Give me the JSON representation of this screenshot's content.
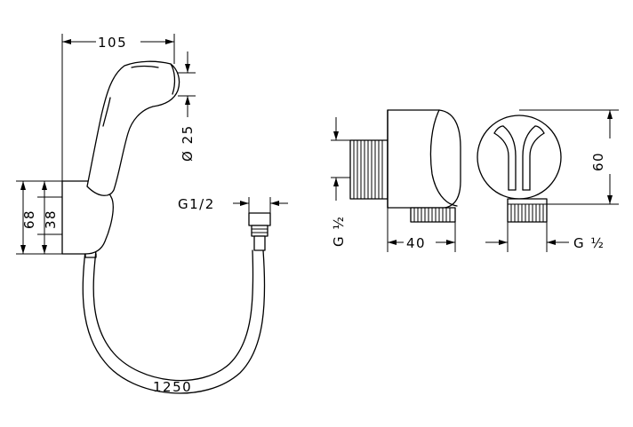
{
  "dimensions": {
    "handshower_length": "105",
    "nozzle_diameter": "Ø 25",
    "holder_height": "68",
    "holder_inner_height": "38",
    "hose_connection": "G1/2",
    "hose_length": "1250",
    "outlet_thread": "G ½",
    "outlet_depth": "40",
    "outlet_height": "60",
    "outlet_thread_front": "G ½"
  }
}
